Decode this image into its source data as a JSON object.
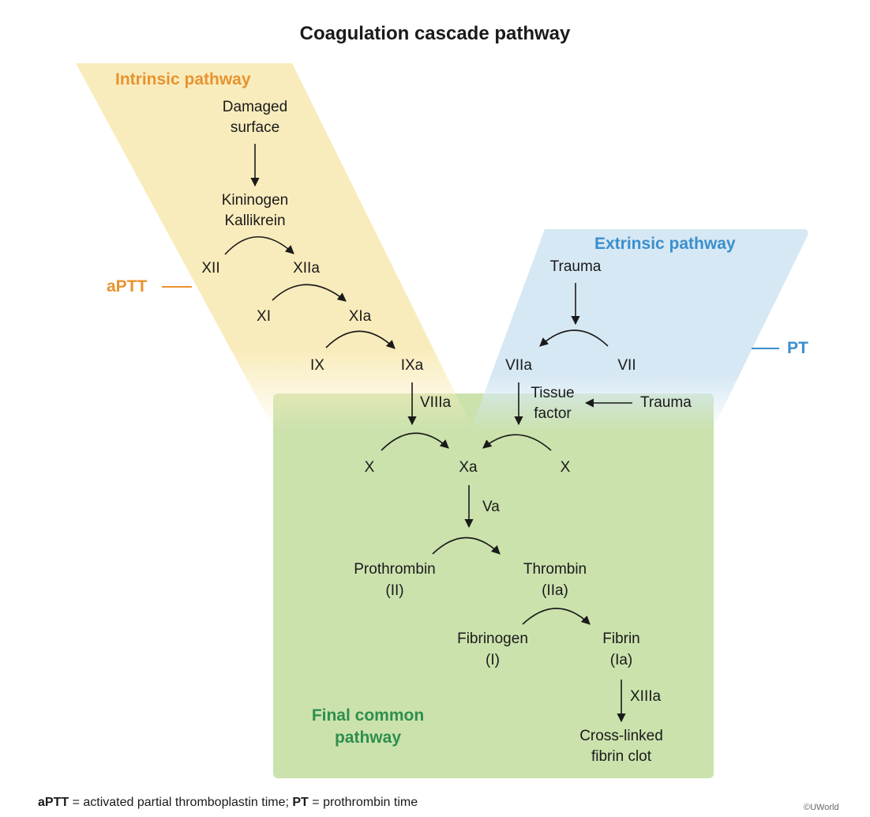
{
  "title": "Coagulation cascade pathway",
  "intrinsic": {
    "label": "Intrinsic pathway",
    "test": "aPTT",
    "damaged_surface": [
      "Damaged",
      "surface"
    ],
    "kk": [
      "Kininogen",
      "Kallikrein"
    ],
    "xii": "XII",
    "xiia": "XIIa",
    "xi": "XI",
    "xia": "XIa",
    "ix": "IX",
    "ixa": "IXa",
    "viiia": "VIIIa"
  },
  "extrinsic": {
    "label": "Extrinsic pathway",
    "test": "PT",
    "trauma": "Trauma",
    "viia": "VIIa",
    "vii": "VII",
    "tissue_factor": [
      "Tissue",
      "factor"
    ],
    "trauma2": "Trauma"
  },
  "common": {
    "label": [
      "Final common",
      "pathway"
    ],
    "x_left": "X",
    "xa": "Xa",
    "x_right": "X",
    "va": "Va",
    "prothrombin": [
      "Prothrombin",
      "(II)"
    ],
    "thrombin": [
      "Thrombin",
      "(IIa)"
    ],
    "fibrinogen": [
      "Fibrinogen",
      "(I)"
    ],
    "fibrin": [
      "Fibrin",
      "(Ia)"
    ],
    "xiiia": "XIIIa",
    "clot": [
      "Cross-linked",
      "fibrin clot"
    ]
  },
  "footer": {
    "aptt_abbr": "aPTT",
    "aptt_def": " = activated partial thromboplastin time; ",
    "pt_abbr": "PT",
    "pt_def": " = prothrombin time",
    "copyright": "©UWorld"
  },
  "colors": {
    "intrinsic_bg": "#f9ecbc",
    "extrinsic_bg": "#d6e8f4",
    "common_bg": "#cbe2ad",
    "intrinsic_text": "#e8932f",
    "extrinsic_text": "#3a8fcc",
    "common_text": "#2f8e4e"
  }
}
